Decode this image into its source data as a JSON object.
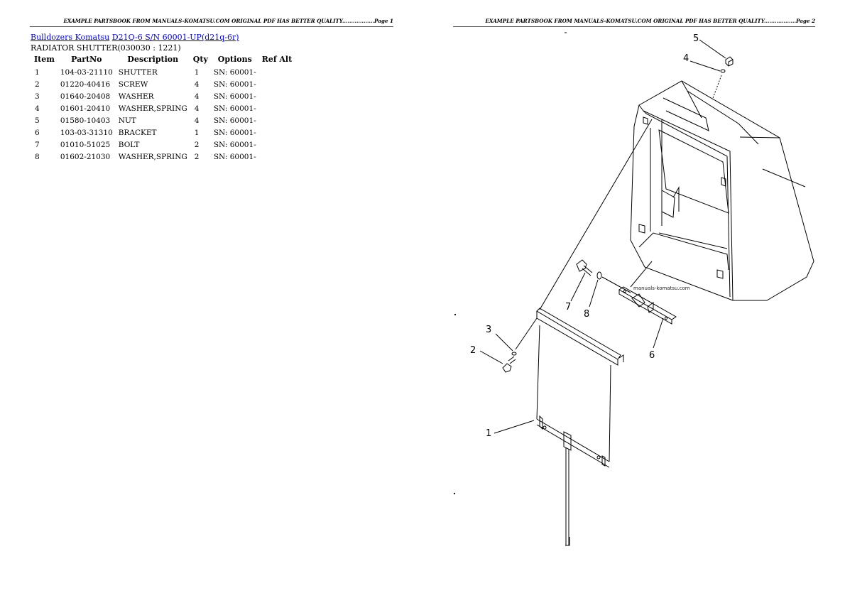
{
  "page1": {
    "header": "EXAMPLE PARTSBOOK FROM MANUALS-KOMATSU.COM ORIGINAL PDF HAS BETTER QUALITY..................Page 1",
    "breadcrumb": {
      "category": "Bulldozers Komatsu",
      "model": "D21Q-6 S/N 60001-UP(d21q-6r)"
    },
    "section_title": "RADIATOR SHUTTER(030030 : 1221)",
    "columns": [
      "Item",
      "PartNo",
      "Description",
      "Qty",
      "Options",
      "Ref Alt"
    ],
    "rows": [
      {
        "item": "1",
        "part": "104-03-21110",
        "desc": "SHUTTER",
        "qty": "1",
        "options": "SN: 60001-",
        "ref": ""
      },
      {
        "item": "2",
        "part": "01220-40416",
        "desc": "SCREW",
        "qty": "4",
        "options": "SN: 60001-",
        "ref": ""
      },
      {
        "item": "3",
        "part": "01640-20408",
        "desc": "WASHER",
        "qty": "4",
        "options": "SN: 60001-",
        "ref": ""
      },
      {
        "item": "4",
        "part": "01601-20410",
        "desc": "WASHER,SPRING",
        "qty": "4",
        "options": "SN: 60001-",
        "ref": ""
      },
      {
        "item": "5",
        "part": "01580-10403",
        "desc": "NUT",
        "qty": "4",
        "options": "SN: 60001-",
        "ref": ""
      },
      {
        "item": "6",
        "part": "103-03-31310",
        "desc": "BRACKET",
        "qty": "1",
        "options": "SN: 60001-",
        "ref": ""
      },
      {
        "item": "7",
        "part": "01010-51025",
        "desc": "BOLT",
        "qty": "2",
        "options": "SN: 60001-",
        "ref": ""
      },
      {
        "item": "8",
        "part": "01602-21030",
        "desc": "WASHER,SPRING",
        "qty": "2",
        "options": "SN: 60001-",
        "ref": ""
      }
    ]
  },
  "page2": {
    "header": "EXAMPLE PARTSBOOK FROM MANUALS-KOMATSU.COM ORIGINAL PDF HAS BETTER QUALITY..................Page 2",
    "callouts": [
      "5",
      "4",
      "7",
      "8",
      "3",
      "2",
      "6",
      "1"
    ],
    "watermark": "manuals-komatsu.com"
  }
}
